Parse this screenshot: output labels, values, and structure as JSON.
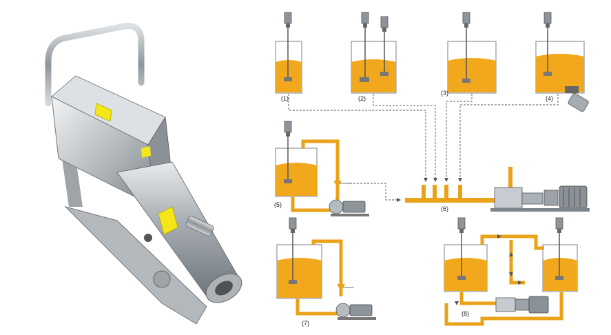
{
  "photo": {
    "subject": "stainless-steel inline high-shear mixer on wheeled cart",
    "icon": "inline-mixer-photo"
  },
  "diagram": {
    "labels": {
      "l1": "(1)",
      "l2": "(2)",
      "l3": "(3)",
      "l4": "(4)",
      "l5": "(5)",
      "l6": "(6)",
      "l7": "(7)",
      "l8": "(8)"
    }
  },
  "colors": {
    "liquid": "#f2a81d",
    "pipe": "#e9a21a",
    "tank": "#cfd6dc",
    "steel": "#c9cdd1",
    "motor": "#9aa1a7"
  }
}
